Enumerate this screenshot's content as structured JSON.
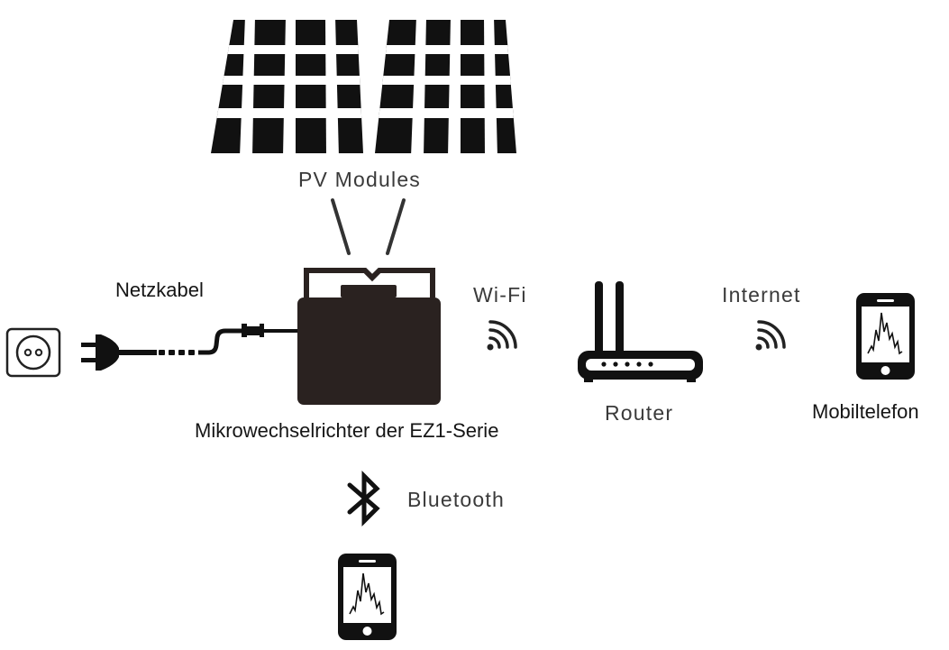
{
  "labels": {
    "pv_modules": "PV Modules",
    "netzkabel": "Netzkabel",
    "microinverter": "Mikrowechselrichter der EZ1-Serie",
    "wifi": "Wi-Fi",
    "router": "Router",
    "internet": "Internet",
    "mobile_phone": "Mobiltelefon",
    "bluetooth": "Bluetooth"
  },
  "icons": [
    "solar-panel-icon",
    "wall-socket-icon",
    "plug-icon",
    "microinverter-icon",
    "wifi-signal-icon",
    "router-icon",
    "smartphone-icon",
    "bluetooth-icon"
  ],
  "colors": {
    "foreground": "#1a1a1a",
    "inverter": "#2a2220",
    "background": "#ffffff"
  }
}
